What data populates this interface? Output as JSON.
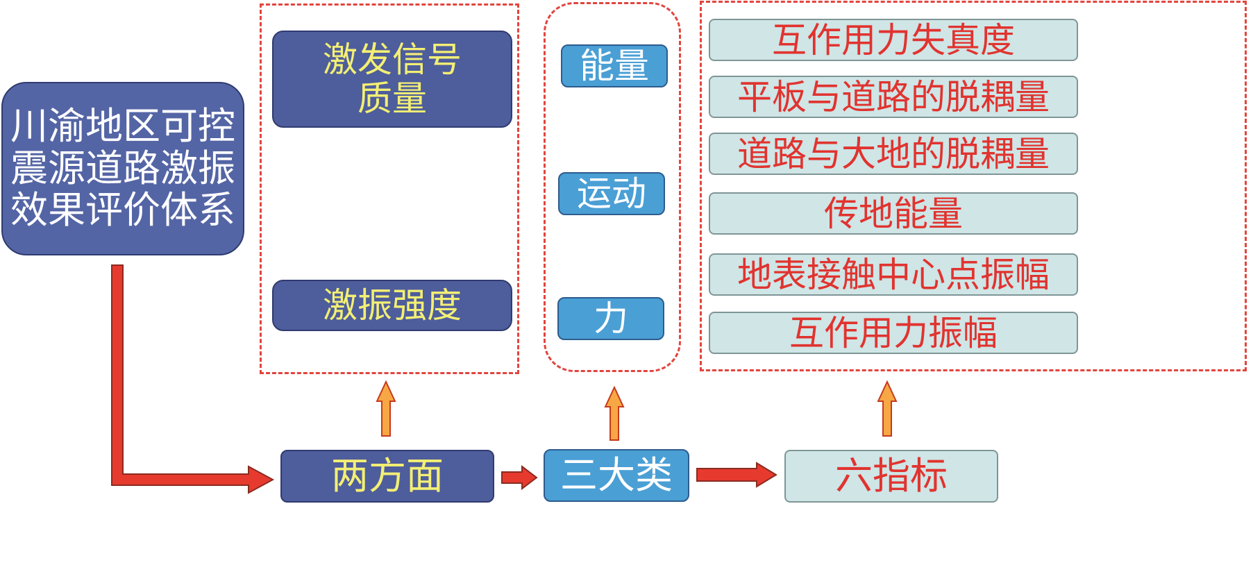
{
  "root": {
    "lines": [
      "川渝地区可控",
      "震源道路激振",
      "效果评价体系"
    ]
  },
  "two_aspects": {
    "label": "两方面",
    "items": [
      {
        "lines": [
          "激发信号",
          "质量"
        ]
      },
      {
        "lines": [
          "激振强度"
        ]
      }
    ]
  },
  "three_categories": {
    "label": "三大类",
    "items": [
      "能量",
      "运动",
      "力"
    ]
  },
  "six_indicators": {
    "label": "六指标",
    "items": [
      "互作用力失真度",
      "平板与道路的脱耦量",
      "道路与大地的脱耦量",
      "传地能量",
      "地表接触中心点振幅",
      "互作用力振幅"
    ]
  },
  "colors": {
    "navy": "#4e5d9b",
    "yellow_text": "#f3ef74",
    "blue": "#4a9fd5",
    "mint": "#cfe5e6",
    "red": "#e1332f",
    "arrow_orange": "#f7a844"
  }
}
